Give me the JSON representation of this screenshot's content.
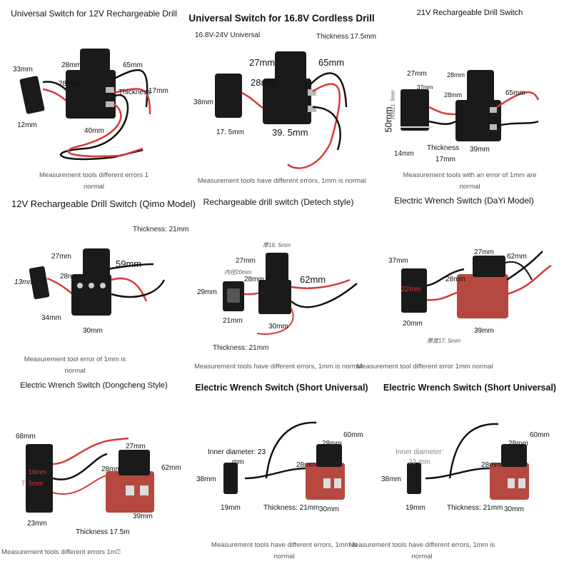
{
  "panels": [
    {
      "title": "Universal Switch for 12V Rechargeable Drill",
      "notes": [
        "Measurement tools different errors 1",
        "normal"
      ],
      "labels": [
        "33mm",
        "12mm",
        "28mm",
        "28mm",
        "65mm",
        "Thickness",
        "17mm",
        "40mm"
      ]
    },
    {
      "title": "Universal Switch for 16.8V Cordless Drill",
      "subtitle": "16.8V-24V Universal",
      "thickness": "Thickness 17.5mm",
      "notes": [
        "Measurement tools have different errors, 1mm is normal"
      ],
      "labels": [
        "27mm",
        "65mm",
        "28mm",
        "38mm",
        "17. 5mm",
        "39. 5mm"
      ]
    },
    {
      "title": "21V Rechargeable Drill Switch",
      "notes": [
        "Measurement tools with an error of 1mm are",
        "normal"
      ],
      "labels": [
        "27mm",
        "37mm",
        "28mm",
        "28mm",
        "65mm",
        "50mm",
        "内径21. 5mm",
        "14mm",
        "Thickness",
        "17mm",
        "39mm"
      ]
    },
    {
      "title": "12V Rechargeable Drill Switch (Qimo Model)",
      "thickness": "Thickness: 21mm",
      "notes": [
        "Measurement tool error of 1mm is",
        "normal"
      ],
      "labels": [
        "27mm",
        "59mm",
        "13mm",
        "28mm",
        "34mm",
        "30mm"
      ]
    },
    {
      "title": "Rechargeable drill switch (Detech style)",
      "thickness": "Thickness: 21mm",
      "notes": [
        "Measurement tools have different errors, 1mm is normal"
      ],
      "labels": [
        "厚16. 5mm",
        "27mm",
        "内径20mm",
        "28mm",
        "62mm",
        "29mm",
        "21mm",
        "30mm"
      ]
    },
    {
      "title": "Electric Wrench Switch (DaYi Model)",
      "notes": [
        "Measurement tool different error 1mm normal"
      ],
      "labels": [
        "27mm",
        "62mm",
        "37mm",
        "22mm",
        "28mm",
        "20mm",
        "39mm",
        "厚度17. 5mm"
      ]
    },
    {
      "title": "Electric Wrench Switch (Dongcheng Style)",
      "notes": [
        "Measurement tools different errors 1m⍰"
      ],
      "labels": [
        "68mm",
        "16mm",
        "7. 5mm",
        "27mm",
        "28mm",
        "62mm",
        "23mm",
        "39mm",
        "Thickness 17.5m"
      ]
    },
    {
      "title": "Electric Wrench Switch (Short Universal)",
      "notes": [
        "Measurement tools have different errors, 1mm is",
        "normal"
      ],
      "labels": [
        "60mm",
        "28mm",
        "Inner diameter: 23",
        "mm",
        "38mm",
        "28mm",
        "19mm",
        "Thickness: 21mm",
        "30mm"
      ]
    },
    {
      "title": "Electric Wrench Switch (Short Universal)",
      "notes": [
        "Measurement tools have different errors, 1mm is",
        "normal"
      ],
      "labels": [
        "60mm",
        "28mm",
        "Inner diameter:",
        "23 mm",
        "38mm",
        "28mm",
        "19mm",
        "Thickness: 21mm",
        "30mm"
      ]
    }
  ],
  "colors": {
    "switch_black": "#1a1a1a",
    "switch_red": "#b5493f",
    "wire_red": "#d83a3a",
    "wire_black": "#111111",
    "note_gray": "#555555"
  }
}
